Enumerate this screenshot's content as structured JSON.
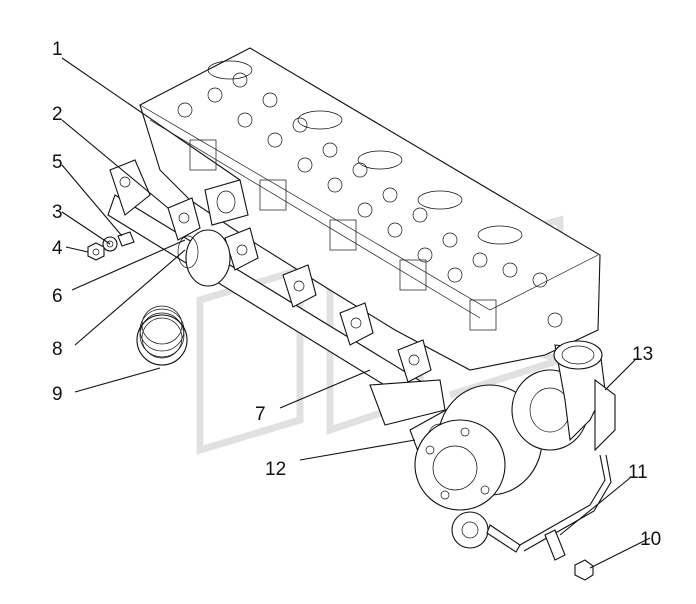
{
  "diagram": {
    "callouts": [
      {
        "id": "1",
        "label": "1"
      },
      {
        "id": "2",
        "label": "2"
      },
      {
        "id": "3",
        "label": "3"
      },
      {
        "id": "4",
        "label": "4"
      },
      {
        "id": "5",
        "label": "5"
      },
      {
        "id": "6",
        "label": "6"
      },
      {
        "id": "7",
        "label": "7"
      },
      {
        "id": "8",
        "label": "8"
      },
      {
        "id": "9",
        "label": "9"
      },
      {
        "id": "10",
        "label": "10"
      },
      {
        "id": "11",
        "label": "11"
      },
      {
        "id": "12",
        "label": "12"
      },
      {
        "id": "13",
        "label": "13"
      }
    ],
    "parts": {
      "cylinder_head": "cylinder-head",
      "manifold": "exhaust-manifold",
      "turbocharger": "turbocharger",
      "bellows": "bellows-joint",
      "gasket": "gasket",
      "oil_pipe": "oil-return-pipe"
    }
  }
}
